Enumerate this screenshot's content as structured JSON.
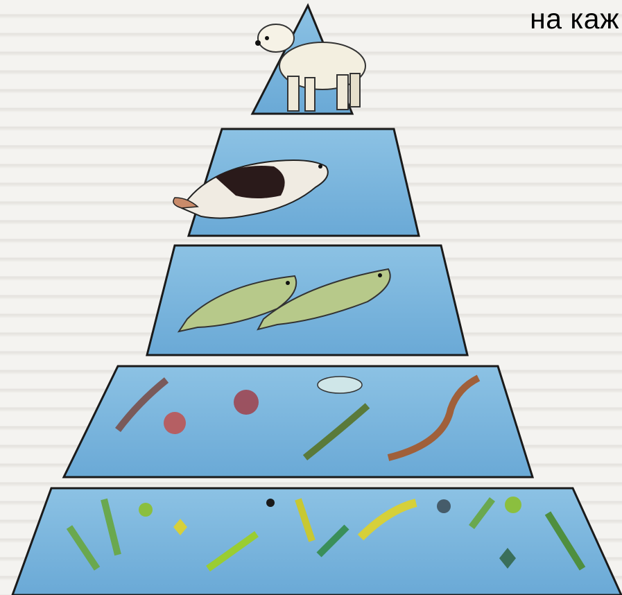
{
  "caption": "на каж",
  "colors": {
    "water": "#7fb8de",
    "water_dark": "#5f9fcf",
    "outline": "#1a1a1a",
    "background": "#f4f3f0"
  },
  "levels": [
    {
      "name": "polar-bear-level",
      "icon": "polar-bear-icon"
    },
    {
      "name": "seal-level",
      "icon": "seal-icon"
    },
    {
      "name": "fish-level",
      "icon": "fish-icon"
    },
    {
      "name": "zooplankton-level",
      "icon": "zooplankton-icon"
    },
    {
      "name": "phytoplankton-level",
      "icon": "phytoplankton-icon"
    }
  ]
}
